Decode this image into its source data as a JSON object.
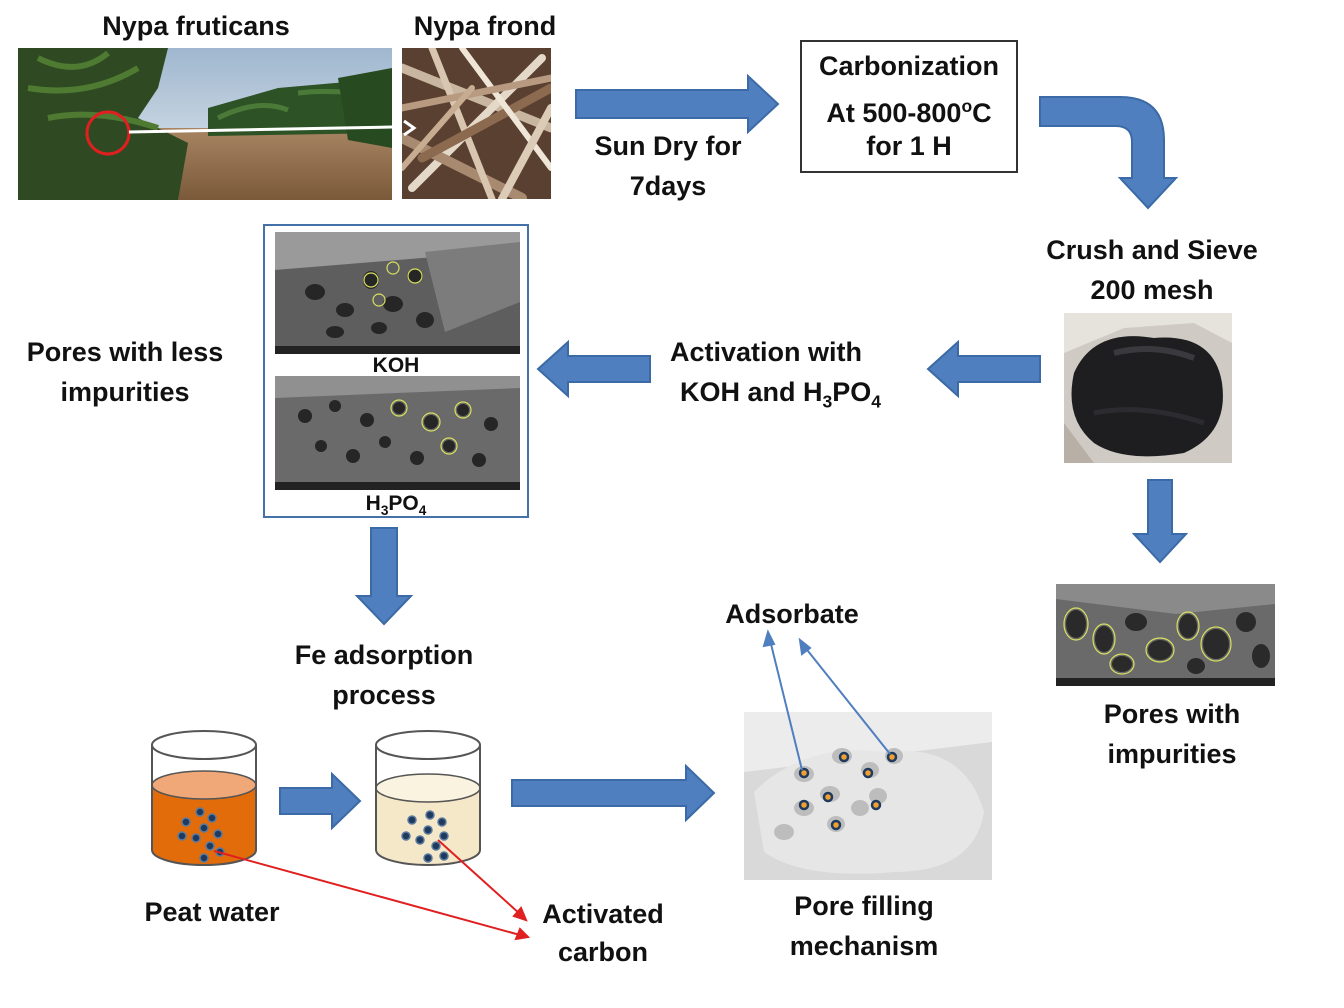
{
  "labels": {
    "nypa_fruticans": "Nypa fruticans",
    "nypa_frond": "Nypa frond",
    "sun_dry_line1": "Sun Dry for",
    "sun_dry_line2": "7days",
    "carbonization_line1": "Carbonization",
    "carbonization_line2_prefix": "At 500-800",
    "carbonization_line2_sup": "o",
    "carbonization_line2_suffix": "C",
    "carbonization_line3": "for 1 H",
    "crush_line1": "Crush and Sieve",
    "crush_line2": "200 mesh",
    "activation_line1": "Activation with",
    "activation_line2_prefix": "KOH and H",
    "activation_line2_sub1": "3",
    "activation_line2_mid": "PO",
    "activation_line2_sub2": "4",
    "pores_less_line1": "Pores with less",
    "pores_less_line2": "impurities",
    "koh_caption": "KOH",
    "h3po4_prefix": "H",
    "h3po4_sub1": "3",
    "h3po4_mid": "PO",
    "h3po4_sub2": "4",
    "fe_line1": "Fe adsorption",
    "fe_line2": "process",
    "adsorbate": "Adsorbate",
    "pores_with_line1": "Pores with",
    "pores_with_line2": "impurities",
    "peat_water": "Peat water",
    "activated_line1": "Activated",
    "activated_line2": "carbon",
    "pore_filling_line1": "Pore filling",
    "pore_filling_line2": "mechanism"
  },
  "colors": {
    "arrow_fill": "#4f7fbe",
    "arrow_stroke": "#3b6aa6",
    "peat_water": "#e36c0a",
    "peat_water_top": "#f0a878",
    "treated_water": "#f5e8c8",
    "particle": "#1f3a5c",
    "red_marker": "#e02020",
    "orange_dot": "#f0a030"
  }
}
